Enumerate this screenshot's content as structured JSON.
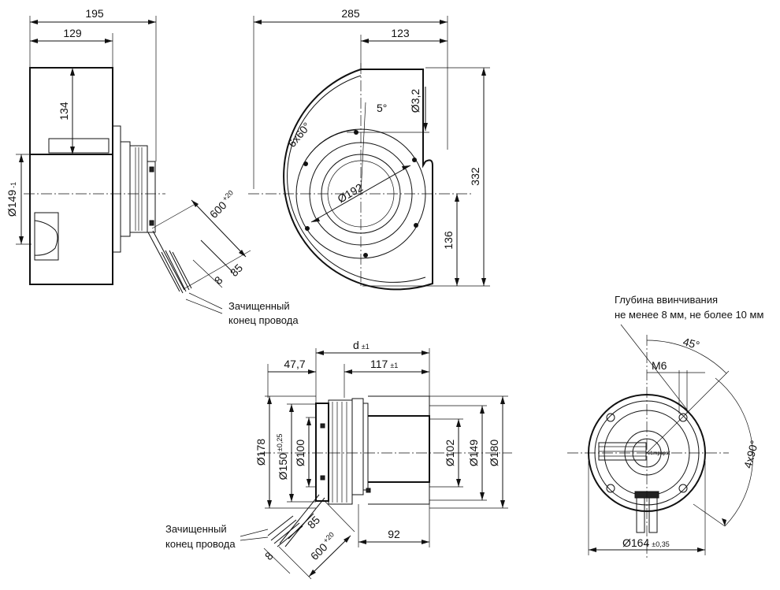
{
  "side_view": {
    "width_total": "195",
    "width_housing": "129",
    "height_outlet": "134",
    "diameter_inlet": "Ø149",
    "diameter_inlet_tol": "-1",
    "cable_length": "600",
    "cable_length_tol": "+20",
    "strip_length": "85",
    "strip_end": "8",
    "note_line1": "Зачищенный",
    "note_line2": "конец провода"
  },
  "front_view": {
    "width_total": "285",
    "width_outlet": "123",
    "height_total": "332",
    "height_lower": "136",
    "hole_diameter": "Ø3,2",
    "angle_pitch": "6x60°",
    "angle_offset": "5°",
    "circle_diameter": "Ø192"
  },
  "motor_view": {
    "d_label": "d",
    "d_tol": "±1",
    "offset": "47,7",
    "depth": "117",
    "depth_tol": "±1",
    "d178": "Ø178",
    "d150": "Ø150",
    "d150_tol": "±0,25",
    "d100": "Ø100",
    "d102": "Ø102",
    "d149": "Ø149",
    "d180": "Ø180",
    "base_length": "92",
    "strip_length": "85",
    "strip_end": "8",
    "cable_length": "600",
    "cable_length_tol": "+20",
    "note_line1": "Зачищенный",
    "note_line2": "конец провода"
  },
  "rear_view": {
    "note_line1": "Глубина ввинчивания",
    "note_line2": "не менее 8 мм, не более 10 мм",
    "thread": "M6",
    "angle": "45°",
    "angle_pitch": "4x90°",
    "diameter": "Ø164",
    "diameter_tol": "±0,35",
    "logo": "ebmpapst"
  }
}
